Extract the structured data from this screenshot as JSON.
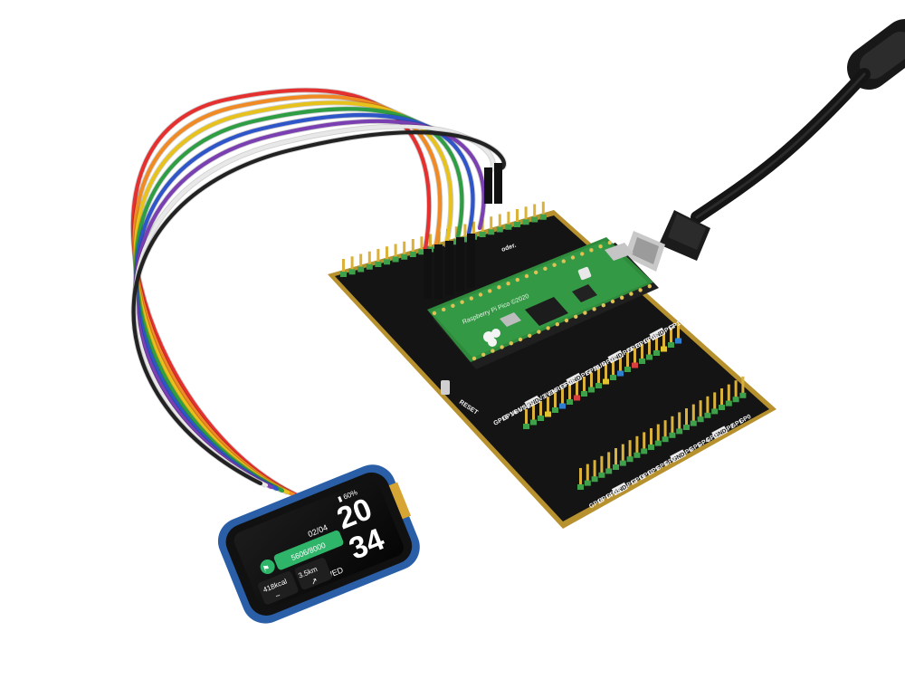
{
  "board": {
    "silkscreen_brand": "oder.",
    "reset_label": "RESET",
    "pin_labels": [
      "GP0",
      "GP1",
      "GP2",
      "GND",
      "GP3",
      "GP4",
      "GP5",
      "GP6",
      "GND",
      "GP7",
      "GP8",
      "GP9",
      "GP10",
      "GP11",
      "GP12",
      "GND",
      "GP13",
      "GP14",
      "GP15",
      "GP16",
      "GP17",
      "GND",
      "GP18",
      "GP19",
      "GP20",
      "GP21",
      "GND",
      "GP22",
      "RUN",
      "GP26",
      "GP27",
      "GND",
      "GP28",
      "VREF",
      "3V3",
      "3V3_EN",
      "GND",
      "VSYS",
      "VBUS",
      "GP14",
      "GP15"
    ]
  },
  "pico": {
    "title": "Raspberry Pi Pico ©2020"
  },
  "lcd": {
    "time_hours": "20",
    "time_minutes": "34",
    "date": "02/04",
    "weekday": "WED",
    "battery": "▮ 60%",
    "steps": "5606/8000",
    "calories": "418kcal",
    "distance": "3.5km"
  },
  "wire_colors": [
    "#e53030",
    "#f08a24",
    "#e8c21c",
    "#2e9d44",
    "#2f56c8",
    "#7a3fb0",
    "#e8e8e8",
    "#222222"
  ],
  "colors": {
    "pcb": "#141414",
    "pcb_edge": "#b8912f",
    "pico_green": "#2e8b3c",
    "lcd_frame": "#2a5fa8",
    "lcd_accent": "#2fb56a"
  }
}
